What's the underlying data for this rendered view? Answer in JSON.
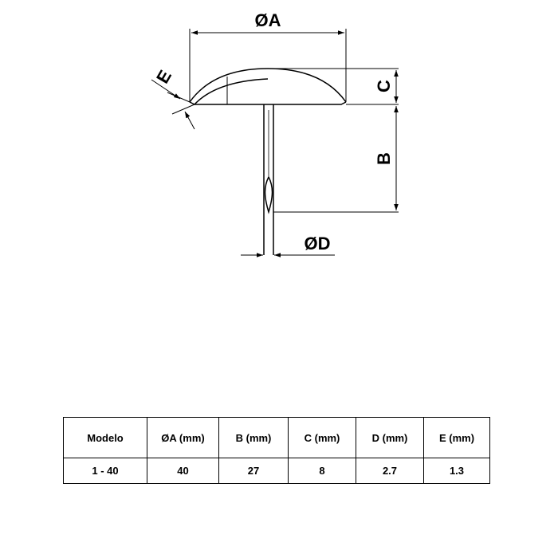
{
  "labels": {
    "a": "ØA",
    "b": "B",
    "c": "C",
    "d": "ØD",
    "e": "E"
  },
  "table": {
    "headers": [
      "Modelo",
      "ØA (mm)",
      "B (mm)",
      "C (mm)",
      "D (mm)",
      "E (mm)"
    ],
    "rows": [
      [
        "1 - 40",
        "40",
        "27",
        "8",
        "2.7",
        "1.3"
      ]
    ]
  }
}
